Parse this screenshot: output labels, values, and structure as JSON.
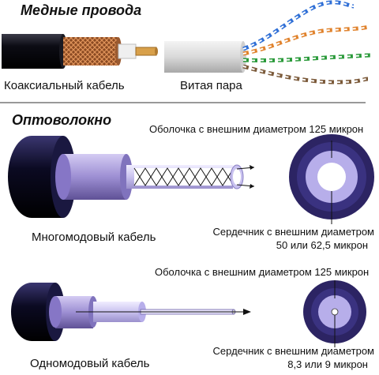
{
  "sections": {
    "copper": {
      "heading": "Медные провода",
      "coax_label": "Коаксиальный кабель",
      "twisted_label": "Витая пара"
    },
    "fiber": {
      "heading": "Оптоволокно",
      "multimode": {
        "label": "Многомодовый кабель",
        "cladding_note": "Оболочка с внешним диаметром 125 микрон",
        "core_note_line1": "Сердечник с внешним диаметром",
        "core_note_line2": "50 или 62,5 микрон"
      },
      "singlemode": {
        "label": "Одномодовый кабель",
        "cladding_note": "Оболочка с внешним диаметром 125 микрон",
        "core_note_line1": "Сердечник с внешним диаметром",
        "core_note_line2": "8,3 или 9 микрон"
      }
    }
  },
  "colors": {
    "jacket": "#10102a",
    "buffer": "#9d8fd3",
    "cladding": "#c9c2ef",
    "core": "#ffffff",
    "ring_outer": "#2c2463",
    "copper": "#b5652f",
    "twisted_pairs": [
      "#2f6fd6",
      "#e0822c",
      "#2a9a3a",
      "#7b5a3a"
    ]
  }
}
